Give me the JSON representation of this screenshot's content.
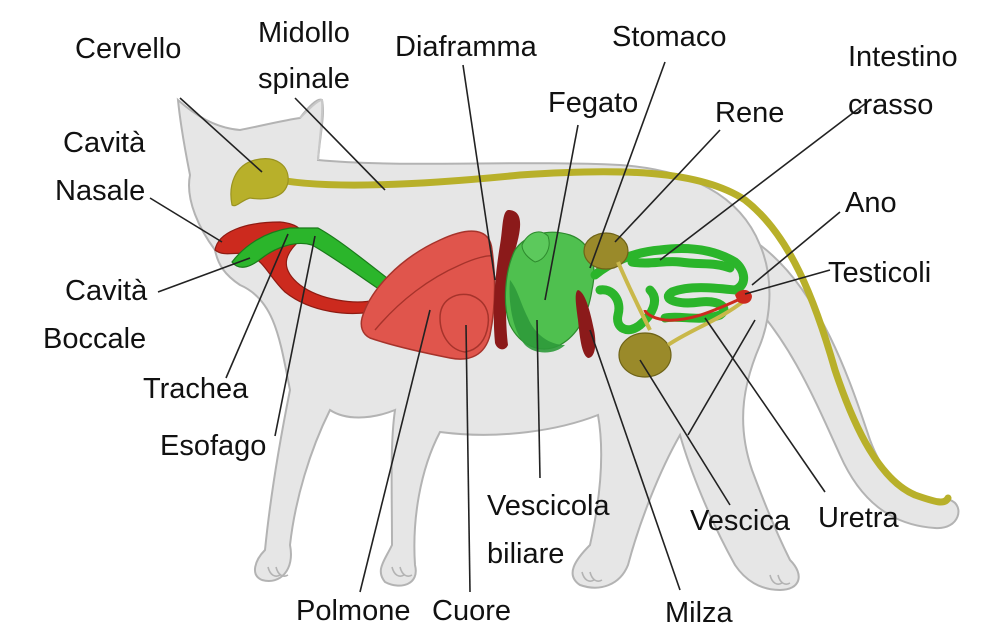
{
  "labels": {
    "brain": "Cervello",
    "spinal_cord_l1": "Midollo",
    "spinal_cord_l2": "spinale",
    "diaphragm": "Diaframma",
    "stomach": "Stomaco",
    "large_intestine_l1": "Intestino",
    "large_intestine_l2": "crasso",
    "liver": "Fegato",
    "kidney": "Rene",
    "nasal_cavity_l1": "Cavità",
    "nasal_cavity_l2": "Nasale",
    "anus": "Ano",
    "testicles": "Testicoli",
    "oral_cavity_l1": "Cavità",
    "oral_cavity_l2": "Boccale",
    "trachea": "Trachea",
    "esophagus": "Esofago",
    "gallbladder_l1": "Vescicola",
    "gallbladder_l2": "biliare",
    "bladder": "Vescica",
    "urethra": "Uretra",
    "lung": "Polmone",
    "heart": "Cuore",
    "spleen": "Milza"
  },
  "colors": {
    "body_fill": "#e6e6e6",
    "body_stroke": "#b3b3b3",
    "nervous": "#b8b02a",
    "respiratory": "#cc2a1e",
    "lung": "#e0554c",
    "digestive": "#2bb52b",
    "liver": "#4fc04f",
    "diaphragm": "#8b1a1a",
    "urinary": "#9a8a2a"
  }
}
